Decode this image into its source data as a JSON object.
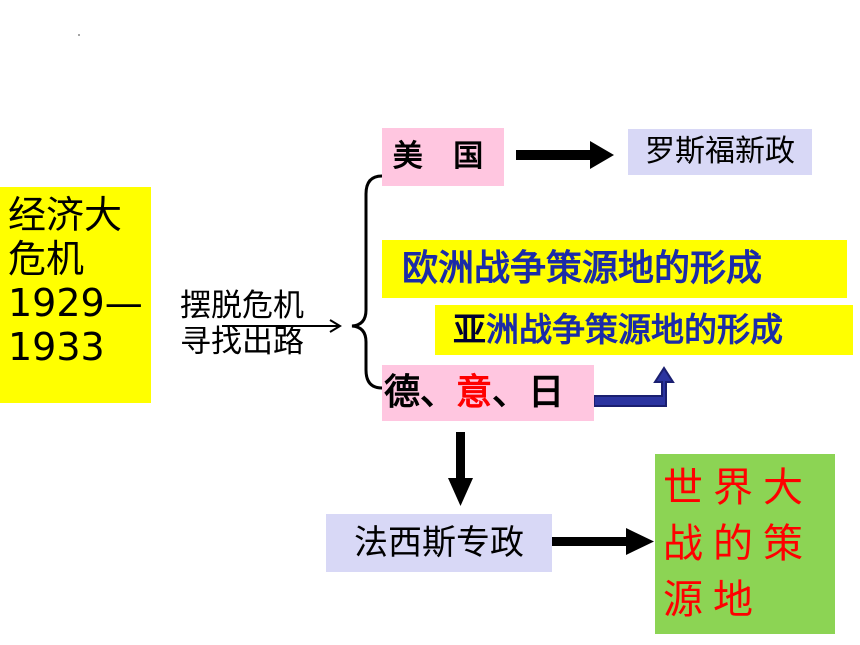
{
  "crisis": {
    "lines": [
      "经济大",
      "危机",
      "1929—",
      "1933"
    ]
  },
  "escape": {
    "lines": [
      "摆脱危机",
      "寻找出路"
    ]
  },
  "usa": {
    "label": "美 国"
  },
  "new_deal": {
    "label": "罗斯福新政"
  },
  "europe": {
    "label": "欧洲战争策源地的形成"
  },
  "asia": {
    "first_char": "亚",
    "rest": "洲战争策源地的形成"
  },
  "axis": {
    "de": "德",
    "sep1": "、",
    "yi": "意",
    "sep2": "、",
    "ri": "日"
  },
  "fascism": {
    "label": "法西斯专政"
  },
  "war_source": {
    "lines": [
      "世界大",
      "战的策",
      "源地"
    ]
  },
  "colors": {
    "yellow": "#ffff00",
    "pink": "#ffc6e0",
    "lavender": "#d8d8f6",
    "green": "#8cd454",
    "navy": "#1b2ba8",
    "red": "#ff0000"
  }
}
